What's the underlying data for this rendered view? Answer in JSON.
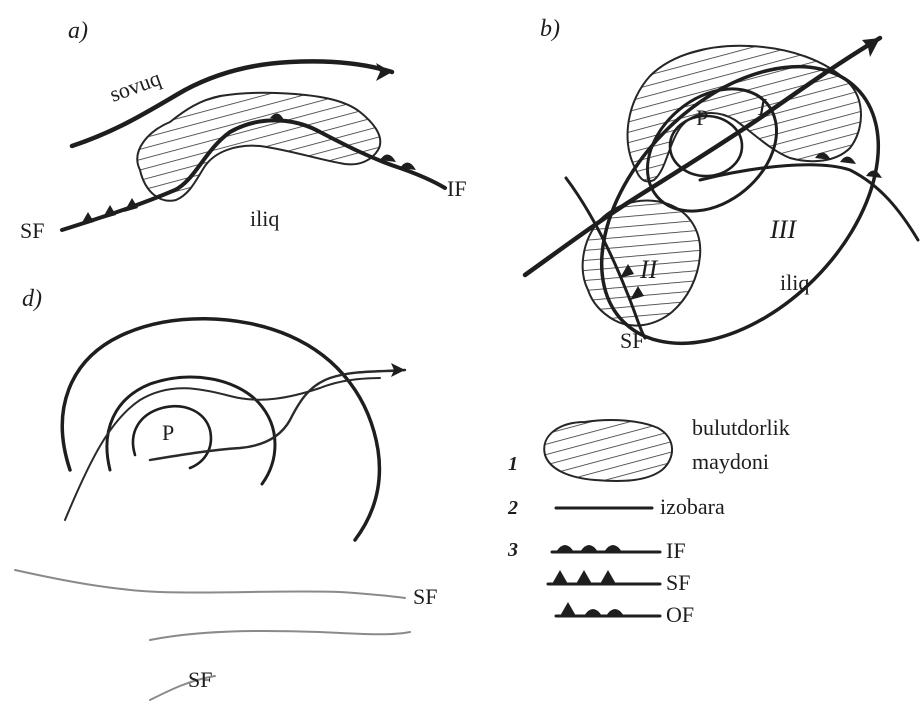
{
  "panel_a": {
    "label": "a)",
    "cold_air": "sovuq",
    "warm_air": "iliq",
    "warm_front": "IF",
    "cold_front": "SF"
  },
  "panel_b": {
    "label": "b)",
    "low_center": "P",
    "zone_1": "I",
    "zone_2": "II",
    "zone_3": "III",
    "warm_air": "iliq",
    "cold_front": "SF"
  },
  "panel_d": {
    "label": "d)",
    "low_center": "P",
    "cold_front_right": "SF",
    "cold_front_bottom": "SF"
  },
  "legend": {
    "items": [
      {
        "number": "1",
        "text_line1": "bulutdorlik",
        "text_line2": "maydoni"
      },
      {
        "number": "2",
        "text": "izobara"
      },
      {
        "number": "3",
        "fronts": [
          "IF",
          "SF",
          "OF"
        ]
      }
    ]
  }
}
